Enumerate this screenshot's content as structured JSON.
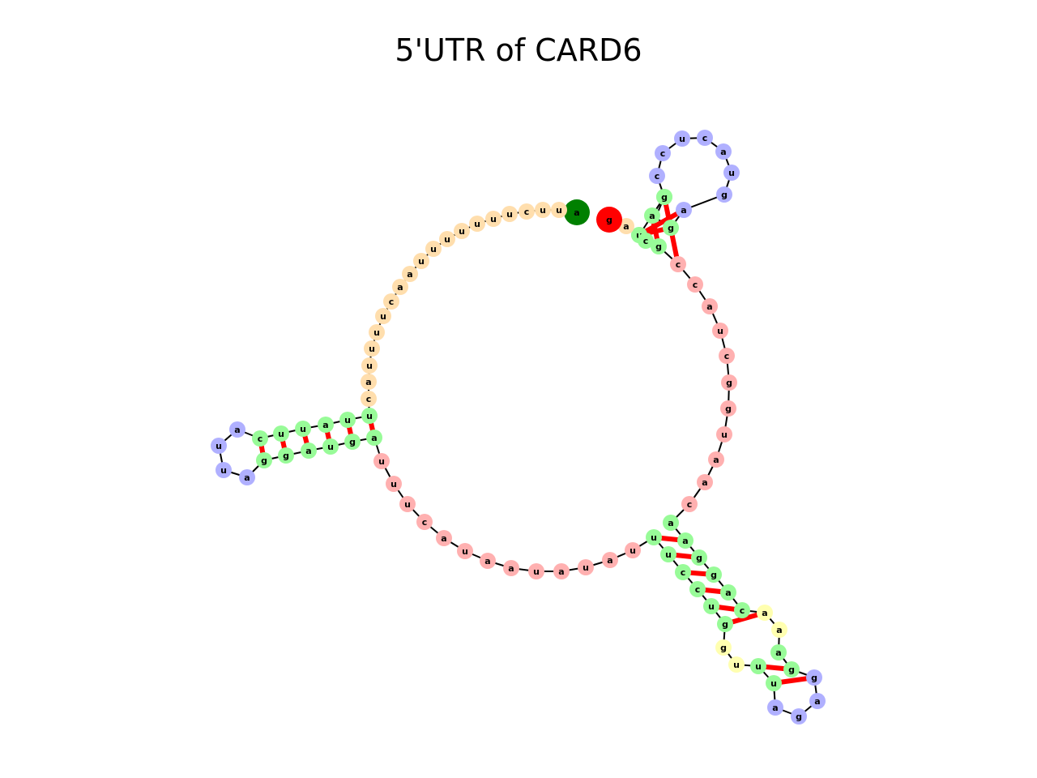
{
  "title": "5'UTR of CARD6",
  "colors": {
    "unpaired_5p": "#ffdead",
    "stem": "#98fb98",
    "hairpin_loop": "#b0b0ff",
    "interior_loop": "#ffffb0",
    "multiloop": "#ffb0b0",
    "start_marker": "#008000",
    "end_marker": "#ff0000",
    "pair_line": "#ff0000",
    "backbone": "#000000"
  },
  "nucleotides": [
    {
      "b": "a",
      "t": "start"
    },
    {
      "b": "u",
      "t": "unpaired_5p"
    },
    {
      "b": "u",
      "t": "unpaired_5p"
    },
    {
      "b": "c",
      "t": "unpaired_5p"
    },
    {
      "b": "u",
      "t": "unpaired_5p"
    },
    {
      "b": "u",
      "t": "unpaired_5p"
    },
    {
      "b": "u",
      "t": "unpaired_5p"
    },
    {
      "b": "u",
      "t": "unpaired_5p"
    },
    {
      "b": "u",
      "t": "unpaired_5p"
    },
    {
      "b": "u",
      "t": "unpaired_5p"
    },
    {
      "b": "u",
      "t": "unpaired_5p"
    },
    {
      "b": "a",
      "t": "unpaired_5p"
    },
    {
      "b": "a",
      "t": "unpaired_5p"
    },
    {
      "b": "c",
      "t": "unpaired_5p"
    },
    {
      "b": "u",
      "t": "unpaired_5p"
    },
    {
      "b": "u",
      "t": "unpaired_5p"
    },
    {
      "b": "u",
      "t": "unpaired_5p"
    },
    {
      "b": "u",
      "t": "unpaired_5p"
    },
    {
      "b": "a",
      "t": "unpaired_5p"
    },
    {
      "b": "c",
      "t": "unpaired_5p"
    },
    {
      "b": "u",
      "t": "stem"
    },
    {
      "b": "u",
      "t": "stem"
    },
    {
      "b": "a",
      "t": "stem"
    },
    {
      "b": "u",
      "t": "stem"
    },
    {
      "b": "u",
      "t": "stem"
    },
    {
      "b": "c",
      "t": "stem"
    },
    {
      "b": "a",
      "t": "hairpin_loop"
    },
    {
      "b": "u",
      "t": "hairpin_loop"
    },
    {
      "b": "u",
      "t": "hairpin_loop"
    },
    {
      "b": "a",
      "t": "hairpin_loop"
    },
    {
      "b": "g",
      "t": "stem"
    },
    {
      "b": "g",
      "t": "stem"
    },
    {
      "b": "a",
      "t": "stem"
    },
    {
      "b": "u",
      "t": "stem"
    },
    {
      "b": "g",
      "t": "stem"
    },
    {
      "b": "a",
      "t": "stem"
    },
    {
      "b": "u",
      "t": "multiloop"
    },
    {
      "b": "u",
      "t": "multiloop"
    },
    {
      "b": "u",
      "t": "multiloop"
    },
    {
      "b": "c",
      "t": "multiloop"
    },
    {
      "b": "a",
      "t": "multiloop"
    },
    {
      "b": "u",
      "t": "multiloop"
    },
    {
      "b": "a",
      "t": "multiloop"
    },
    {
      "b": "a",
      "t": "multiloop"
    },
    {
      "b": "u",
      "t": "multiloop"
    },
    {
      "b": "a",
      "t": "multiloop"
    },
    {
      "b": "u",
      "t": "multiloop"
    },
    {
      "b": "a",
      "t": "multiloop"
    },
    {
      "b": "u",
      "t": "multiloop"
    },
    {
      "b": "u",
      "t": "stem"
    },
    {
      "b": "u",
      "t": "stem"
    },
    {
      "b": "c",
      "t": "stem"
    },
    {
      "b": "c",
      "t": "stem"
    },
    {
      "b": "u",
      "t": "stem"
    },
    {
      "b": "g",
      "t": "stem"
    },
    {
      "b": "g",
      "t": "interior_loop"
    },
    {
      "b": "u",
      "t": "interior_loop"
    },
    {
      "b": "u",
      "t": "stem"
    },
    {
      "b": "u",
      "t": "stem"
    },
    {
      "b": "a",
      "t": "hairpin_loop"
    },
    {
      "b": "g",
      "t": "hairpin_loop"
    },
    {
      "b": "a",
      "t": "hairpin_loop"
    },
    {
      "b": "g",
      "t": "hairpin_loop"
    },
    {
      "b": "g",
      "t": "stem"
    },
    {
      "b": "a",
      "t": "stem"
    },
    {
      "b": "a",
      "t": "interior_loop"
    },
    {
      "b": "a",
      "t": "interior_loop"
    },
    {
      "b": "c",
      "t": "stem"
    },
    {
      "b": "a",
      "t": "stem"
    },
    {
      "b": "g",
      "t": "stem"
    },
    {
      "b": "g",
      "t": "stem"
    },
    {
      "b": "a",
      "t": "stem"
    },
    {
      "b": "a",
      "t": "stem"
    },
    {
      "b": "c",
      "t": "multiloop"
    },
    {
      "b": "a",
      "t": "multiloop"
    },
    {
      "b": "a",
      "t": "multiloop"
    },
    {
      "b": "u",
      "t": "multiloop"
    },
    {
      "b": "g",
      "t": "multiloop"
    },
    {
      "b": "g",
      "t": "multiloop"
    },
    {
      "b": "c",
      "t": "multiloop"
    },
    {
      "b": "u",
      "t": "multiloop"
    },
    {
      "b": "a",
      "t": "multiloop"
    },
    {
      "b": "c",
      "t": "multiloop"
    },
    {
      "b": "c",
      "t": "multiloop"
    },
    {
      "b": "g",
      "t": "stem"
    },
    {
      "b": "c",
      "t": "stem"
    },
    {
      "b": "u",
      "t": "stem"
    },
    {
      "b": "c",
      "t": "stem"
    },
    {
      "b": "c",
      "t": "hairpin_loop"
    },
    {
      "b": "c",
      "t": "hairpin_loop"
    },
    {
      "b": "u",
      "t": "hairpin_loop"
    },
    {
      "b": "c",
      "t": "hairpin_loop"
    },
    {
      "b": "a",
      "t": "hairpin_loop"
    },
    {
      "b": "u",
      "t": "hairpin_loop"
    },
    {
      "b": "g",
      "t": "hairpin_loop"
    },
    {
      "b": "a",
      "t": "hairpin_loop"
    },
    {
      "b": "g",
      "t": "stem"
    },
    {
      "b": "a",
      "t": "stem"
    },
    {
      "b": "g",
      "t": "stem"
    },
    {
      "b": "c",
      "t": "stem"
    },
    {
      "b": "a",
      "t": "unpaired_5p"
    },
    {
      "b": "g",
      "t": "end"
    }
  ],
  "pairs": [
    [
      20,
      35
    ],
    [
      21,
      34
    ],
    [
      22,
      33
    ],
    [
      23,
      32
    ],
    [
      24,
      31
    ],
    [
      25,
      30
    ],
    [
      49,
      71
    ],
    [
      50,
      70
    ],
    [
      51,
      69
    ],
    [
      52,
      68
    ],
    [
      53,
      67
    ],
    [
      54,
      66
    ],
    [
      57,
      63
    ],
    [
      58,
      62
    ],
    [
      83,
      98
    ],
    [
      84,
      97
    ],
    [
      85,
      96
    ],
    [
      86,
      95
    ]
  ]
}
